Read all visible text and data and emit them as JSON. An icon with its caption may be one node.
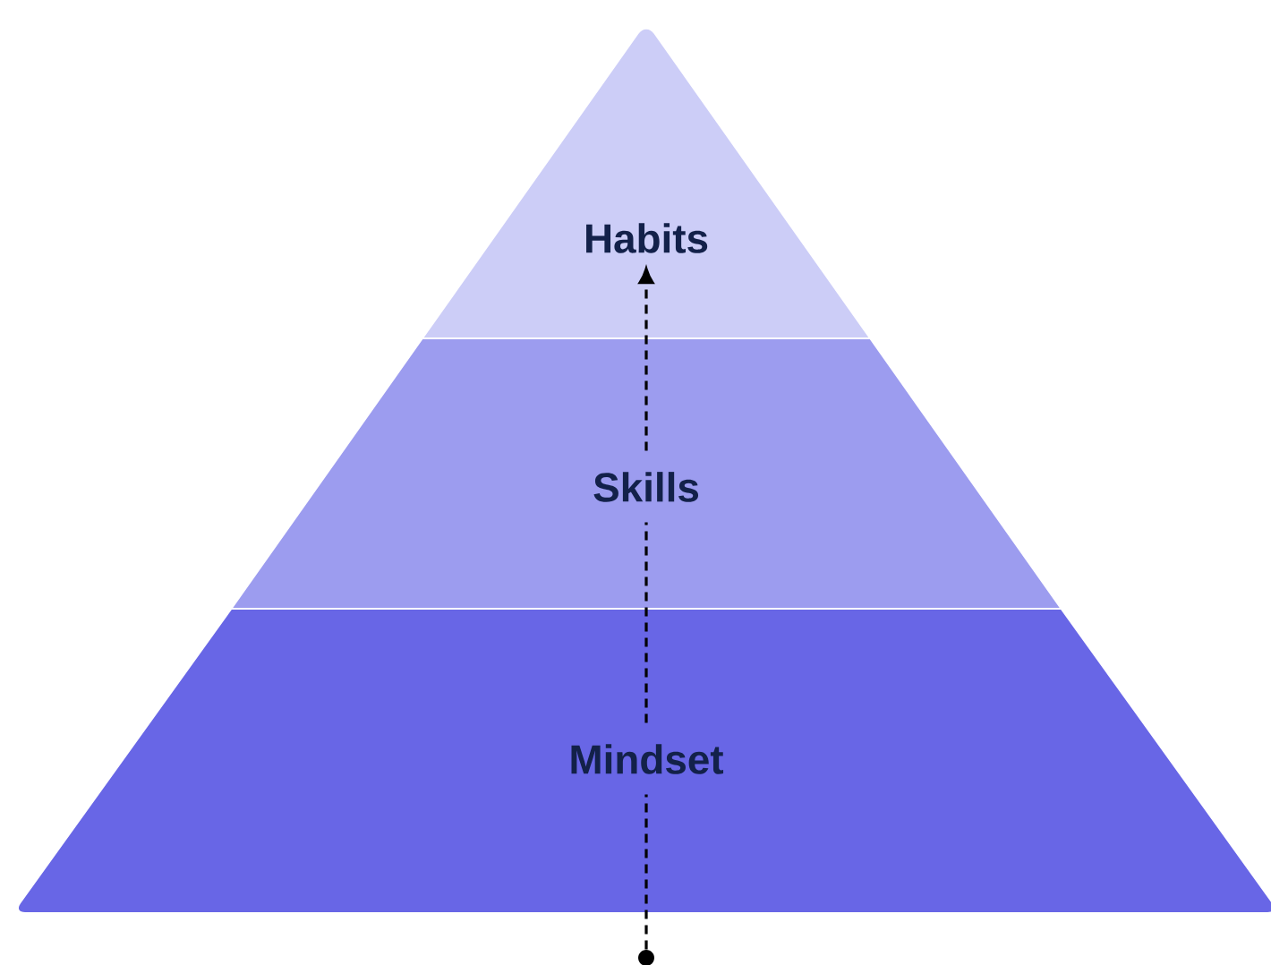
{
  "diagram": {
    "nodes": [
      {
        "text": [
          "Habits"
        ]
      },
      {
        "text": [
          "Skills"
        ]
      },
      {
        "text": [
          "Mindset"
        ]
      },
      {
        "text": [],
        "shape": "circle"
      }
    ],
    "edges": [
      {
        "from": 3,
        "to": 0,
        "arrow": "to",
        "style": "dashed"
      }
    ]
  }
}
